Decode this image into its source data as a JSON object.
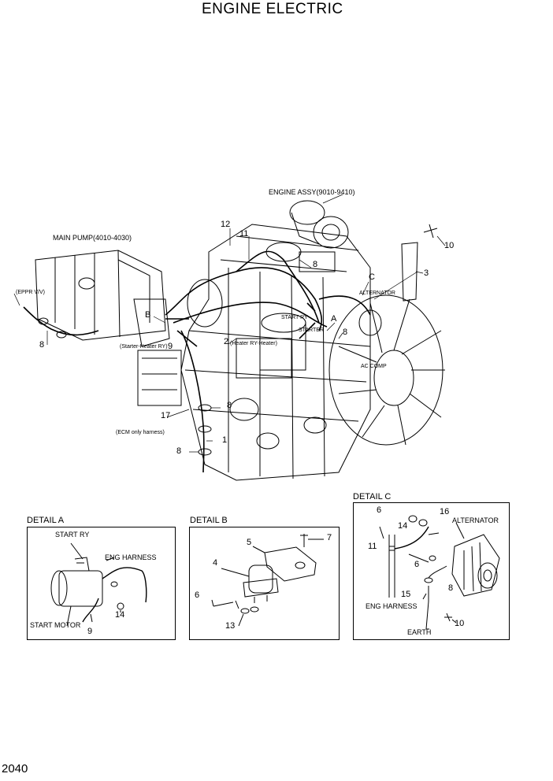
{
  "title": "ENGINE ELECTRIC",
  "page_number": "2040",
  "labels": {
    "engine_assy": "ENGINE ASSY(9010-9410)",
    "main_pump": "MAIN PUMP(4010-4030)",
    "eppr": "(EPPR V/V)",
    "starter_heater": "(Starter-Heater RY)",
    "heater_ry": "(Heater RY-Heater)",
    "ecm_harness": "(ECM only harness)",
    "start_ry": "START RY",
    "starter": "STARTER",
    "alternator": "ALTERNATOR",
    "ac_comp": "AC COMP"
  },
  "callouts": {
    "c1": "1",
    "c2": "2",
    "c3": "3",
    "c8a": "8",
    "c8b": "8",
    "c8c": "8",
    "c8d": "8",
    "c8e": "8",
    "c9": "9",
    "c10": "10",
    "c11": "11",
    "c12": "12",
    "c17": "17",
    "cA": "A",
    "cB": "B",
    "cC": "C"
  },
  "detail_a": {
    "title": "DETAIL A",
    "start_ry": "START RY",
    "eng_harness": "ENG HARNESS",
    "start_motor": "START MOTOR",
    "n9": "9",
    "n14": "14"
  },
  "detail_b": {
    "title": "DETAIL B",
    "n4": "4",
    "n5": "5",
    "n6": "6",
    "n7": "7",
    "n13": "13"
  },
  "detail_c": {
    "title": "DETAIL C",
    "alternator": "ALTERNATOR",
    "eng_harness": "ENG HARNESS",
    "earth": "EARTH",
    "n6a": "6",
    "n6b": "6",
    "n8": "8",
    "n10": "10",
    "n11": "11",
    "n14": "14",
    "n15": "15",
    "n16": "16"
  }
}
